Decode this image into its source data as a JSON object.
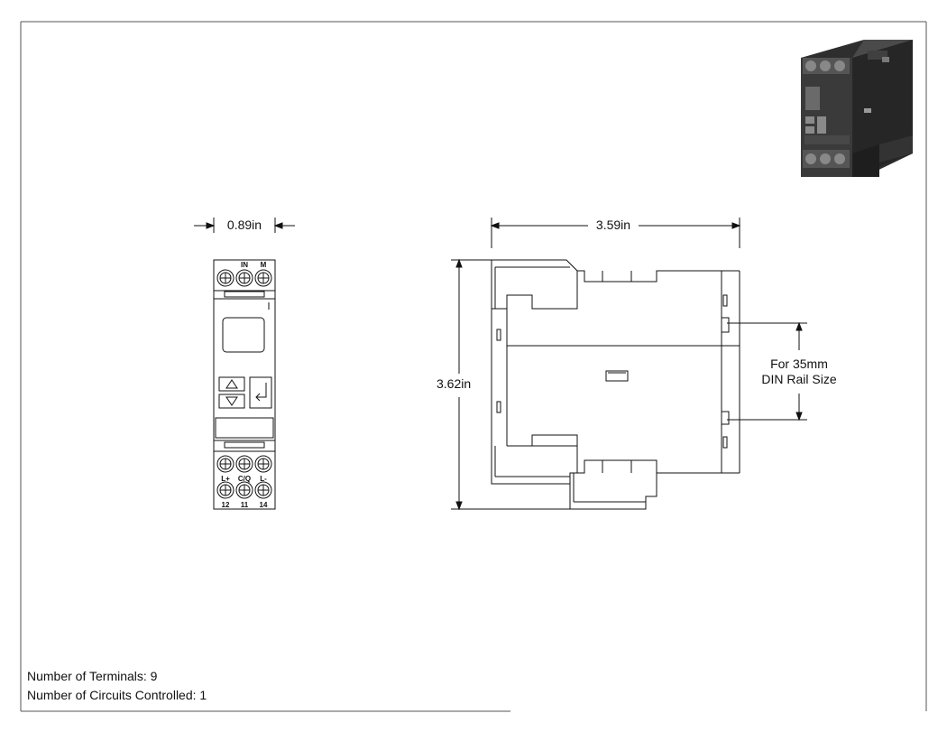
{
  "dimensions": {
    "front_width": "0.89in",
    "side_width": "3.59in",
    "side_height": "3.62in"
  },
  "din_rail_note": {
    "line1": "For 35mm",
    "line2": "DIN Rail Size"
  },
  "front_terminals": {
    "top_labels": [
      "IN",
      "M"
    ],
    "mid_labels": [
      "L+",
      "C/Q",
      "L-"
    ],
    "bottom_numbers": [
      "12",
      "11",
      "14"
    ]
  },
  "specs": {
    "terminals_line": "Number of Terminals: 9",
    "circuits_line": "Number of Circuits Controlled: 1"
  }
}
